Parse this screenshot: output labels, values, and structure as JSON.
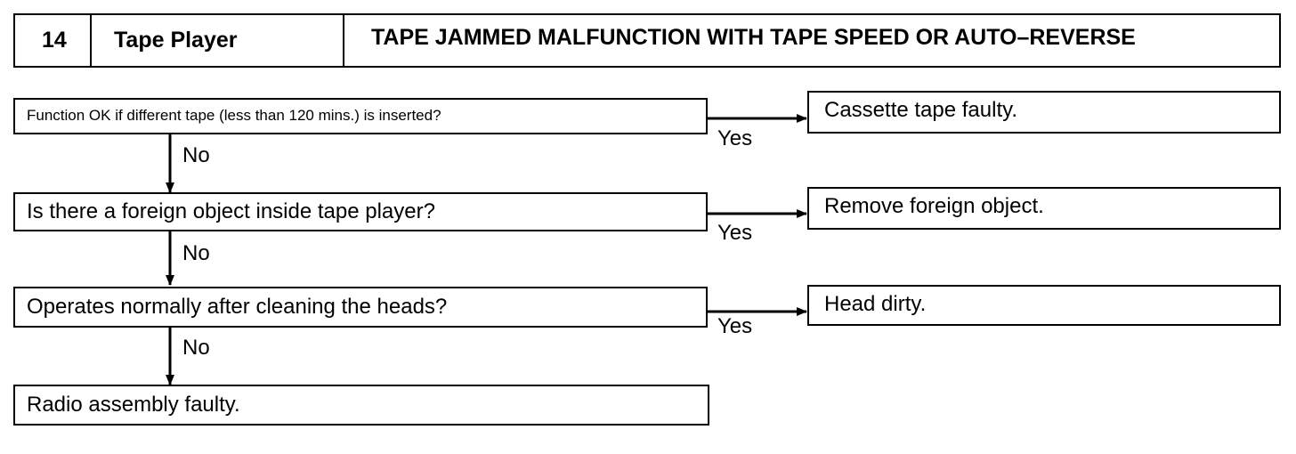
{
  "header": {
    "number": "14",
    "section": "Tape Player",
    "title": "TAPE JAMMED MALFUNCTION WITH TAPE SPEED OR AUTO–REVERSE"
  },
  "steps": [
    {
      "question": "Function OK if different tape (less than 120 mins.) is inserted?",
      "yes_label": "Yes",
      "result": "Cassette tape faulty.",
      "no_label": "No"
    },
    {
      "question": "Is there a foreign object inside tape player?",
      "yes_label": "Yes",
      "result": "Remove foreign object.",
      "no_label": "No"
    },
    {
      "question": "Operates normally after cleaning the heads?",
      "yes_label": "Yes",
      "result": "Head dirty.",
      "no_label": "No"
    }
  ],
  "final": "Radio assembly faulty."
}
